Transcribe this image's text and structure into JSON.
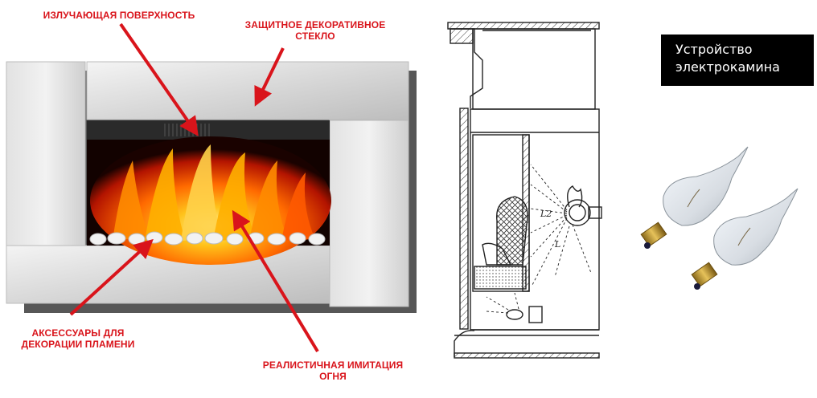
{
  "left_figure": {
    "callouts": {
      "radiant_surface": "ИЗЛУЧАЮЩАЯ ПОВЕРХНОСТЬ",
      "protective_glass": [
        "ЗАЩИТНОЕ ДЕКОРАТИВНОЕ",
        "СТЕКЛО"
      ],
      "flame_accessories": [
        "АКСЕССУАРЫ ДЛЯ",
        "ДЕКОРАЦИИ ПЛАМЕНИ"
      ],
      "realistic_fire": [
        "РЕАЛИСТИЧНАЯ ИМИТАЦИЯ",
        "ОГНЯ"
      ]
    }
  },
  "schematic": {
    "labels": {
      "l2": "L2",
      "l": "L"
    }
  },
  "title_box": {
    "line1": "Устройство",
    "line2": "электрокамина"
  },
  "colors": {
    "callout_red": "#d9141b",
    "frame_silver": "#dcdcdc",
    "flame_orange": "#ff6a00",
    "title_bg": "#000000"
  }
}
